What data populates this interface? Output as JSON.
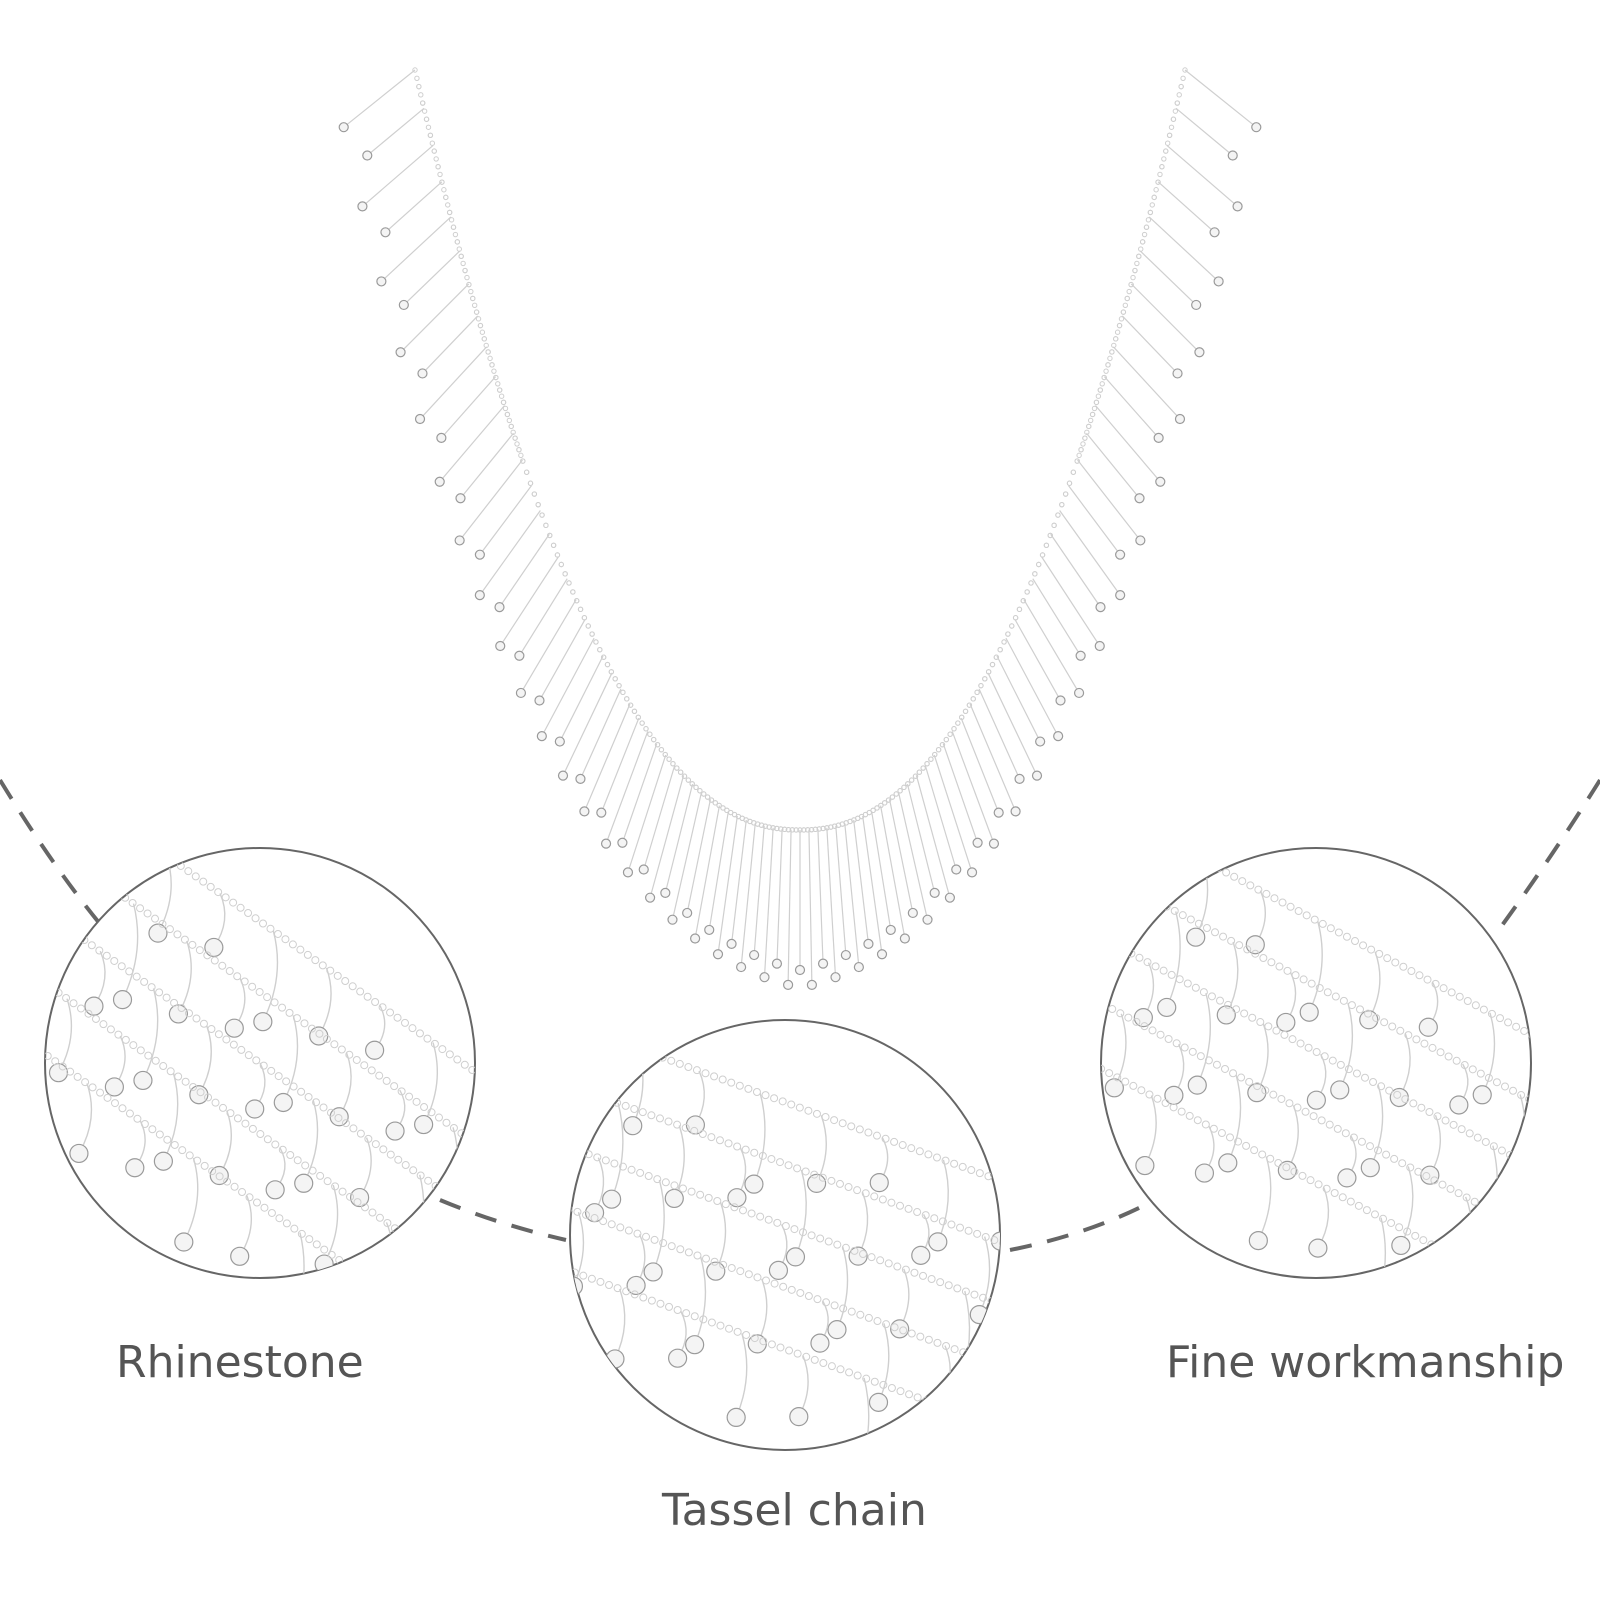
{
  "colors": {
    "background": "#ffffff",
    "label_text": "#555555",
    "connector": "#666666",
    "circle_stroke": "#666666",
    "metal": "#cfcfcf",
    "stone_fill": "#f4f4f4",
    "stone_stroke": "#9a9a9a"
  },
  "product": {
    "name": "rhinestone-tassel-necklace"
  },
  "features": [
    {
      "label": "Rhinestone"
    },
    {
      "label": "Tassel chain"
    },
    {
      "label": "Fine workmanship"
    }
  ]
}
